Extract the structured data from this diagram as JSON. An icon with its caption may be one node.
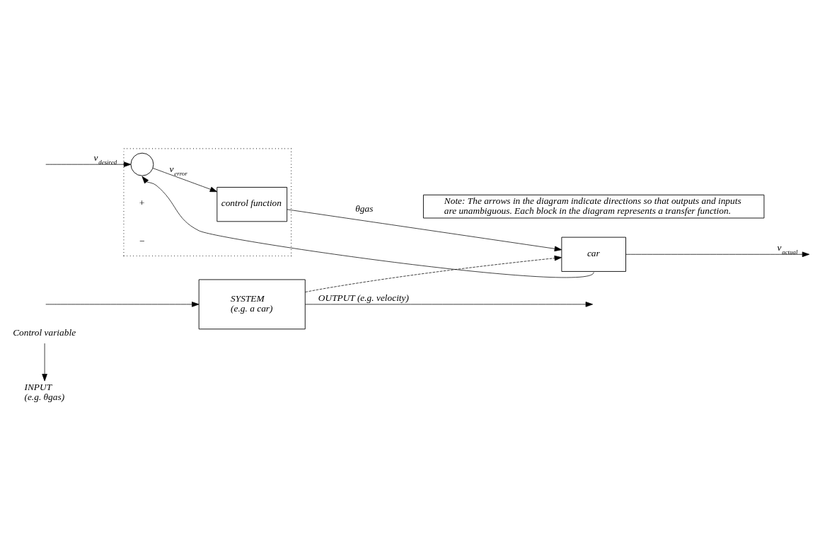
{
  "diagram": {
    "nodes": [
      {
        "text": [
          "Control variable"
        ]
      },
      {
        "text": [
          "INPUT",
          "(e.g. θgas)"
        ]
      },
      {
        "text": [
          "SYSTEM",
          "(e.g. a car)"
        ]
      },
      {
        "text": [],
        "shape": "box"
      },
      {
        "text": [],
        "shape": "circle",
        "in": 3
      },
      {
        "text": [
          "control function"
        ],
        "in": 3
      },
      {
        "text": [
          "car"
        ]
      },
      {
        "text": [
          "Note: The arrows in the diagram indicate directions so that outputs and inputs are unambiguous. Each block in the diagram represents a transfer function."
        ]
      }
    ],
    "edges": [
      {
        "from": 0,
        "to": 1,
        "arrow": "to"
      },
      {
        "from": 2,
        "to": null,
        "arrow": "to",
        "label": "OUTPUT (e.g. velocity)"
      },
      {
        "from": null,
        "to": 2,
        "arrow": "to"
      },
      {
        "from": 2,
        "to": 6,
        "arrow": "to",
        "style": "dashed"
      },
      {
        "from": null,
        "to": 4,
        "arrow": "to",
        "label": "v$_{desired}$"
      },
      {
        "from": 4,
        "to": 5,
        "arrow": "to",
        "label": "v$_{error}$"
      },
      {
        "from": 5,
        "to": 6,
        "arrow": "to",
        "label": "θgas"
      },
      {
        "from": 6,
        "to": null,
        "arrow": "to",
        "label": "v$_{actual}$"
      },
      {
        "from": 6,
        "to": 4,
        "arrow": "to"
      }
    ],
    "labels": [
      "+",
      "−"
    ]
  }
}
